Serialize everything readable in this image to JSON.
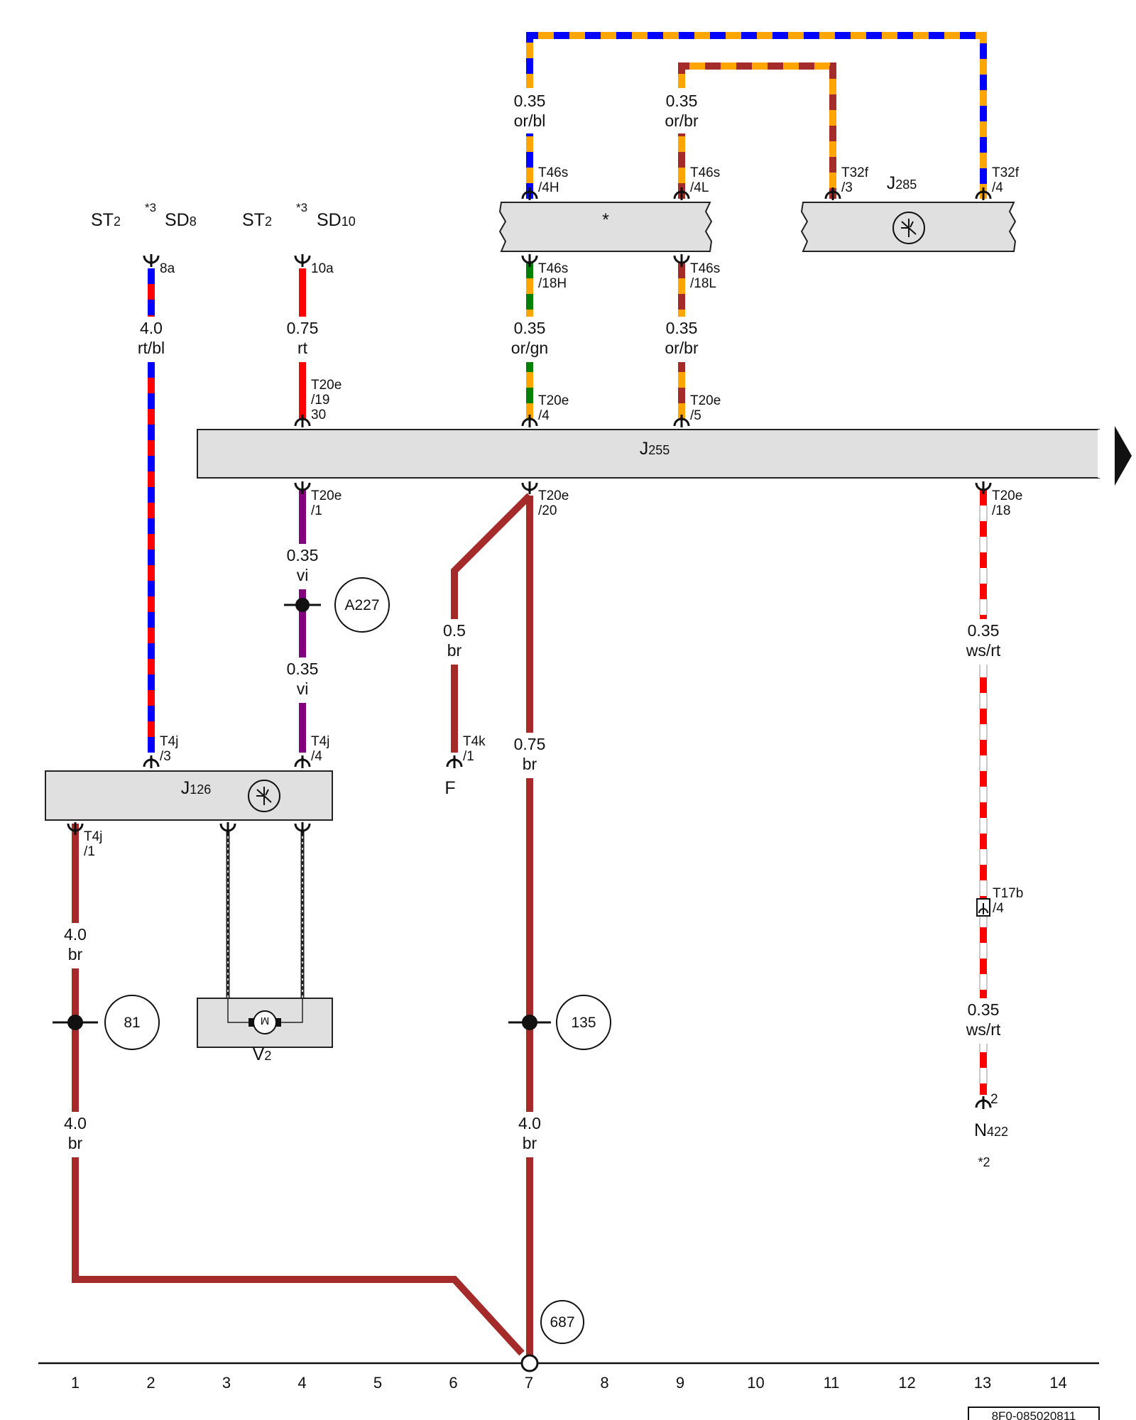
{
  "colors": {
    "br": "#a52a2a",
    "or": "#ffa500",
    "bl": "#0000ff",
    "rt": "#ff0000",
    "gn": "#008000",
    "vi": "#800080",
    "ws": "#ffffff",
    "box_fill": "#e0e0e0"
  },
  "top_labels": [
    {
      "main": "ST",
      "sub": "2"
    },
    {
      "sup": "*3"
    },
    {
      "main": "SD",
      "sub": "8"
    },
    {
      "main": "ST",
      "sub": "2"
    },
    {
      "sup": "*3"
    },
    {
      "main": "SD",
      "sub": "10"
    }
  ],
  "components": {
    "J255": {
      "main": "J",
      "sub": "255"
    },
    "J285": {
      "main": "J",
      "sub": "285"
    },
    "J126": {
      "main": "J",
      "sub": "126"
    },
    "V2": {
      "main": "V",
      "sub": "2"
    },
    "N422": {
      "main": "N",
      "sub": "422"
    },
    "F": "F",
    "star_box": "*",
    "N422_note": "*2"
  },
  "wire_labels": [
    {
      "size": "0.35",
      "color": "or/bl"
    },
    {
      "size": "0.35",
      "color": "or/br"
    },
    {
      "size": "4.0",
      "color": "rt/bl"
    },
    {
      "size": "0.75",
      "color": "rt"
    },
    {
      "size": "0.35",
      "color": "or/gn"
    },
    {
      "size": "0.35",
      "color": "or/br"
    },
    {
      "size": "0.35",
      "color": "vi"
    },
    {
      "size": "0.35",
      "color": "vi"
    },
    {
      "size": "0.5",
      "color": "br"
    },
    {
      "size": "0.75",
      "color": "br"
    },
    {
      "size": "0.35",
      "color": "ws/rt"
    },
    {
      "size": "0.35",
      "color": "ws/rt"
    },
    {
      "size": "4.0",
      "color": "br"
    },
    {
      "size": "4.0",
      "color": "br"
    },
    {
      "size": "4.0",
      "color": "br"
    }
  ],
  "pins": [
    {
      "l1": "T46s",
      "l2": "/4H"
    },
    {
      "l1": "T46s",
      "l2": "/4L"
    },
    {
      "l1": "T32f",
      "l2": "/3"
    },
    {
      "l1": "T32f",
      "l2": "/4"
    },
    {
      "l1": "T46s",
      "l2": "/18H"
    },
    {
      "l1": "T46s",
      "l2": "/18L"
    },
    {
      "l1": "8a",
      "l2": ""
    },
    {
      "l1": "10a",
      "l2": ""
    },
    {
      "l1": "T20e",
      "l2": "/19",
      "l3": "30"
    },
    {
      "l1": "T20e",
      "l2": "/4"
    },
    {
      "l1": "T20e",
      "l2": "/5"
    },
    {
      "l1": "T20e",
      "l2": "/1"
    },
    {
      "l1": "T20e",
      "l2": "/20"
    },
    {
      "l1": "T20e",
      "l2": "/18"
    },
    {
      "l1": "T4j",
      "l2": "/3"
    },
    {
      "l1": "T4j",
      "l2": "/4"
    },
    {
      "l1": "T4k",
      "l2": "/1"
    },
    {
      "l1": "T4j",
      "l2": "/1"
    },
    {
      "l1": "T17b",
      "l2": "/4"
    },
    {
      "l1": "2",
      "l2": ""
    }
  ],
  "refs": [
    "A227",
    "81",
    "135",
    "687"
  ],
  "grid": [
    "1",
    "2",
    "3",
    "4",
    "5",
    "6",
    "7",
    "8",
    "9",
    "10",
    "11",
    "12",
    "13",
    "14"
  ],
  "doc_id": "8F0-085020811"
}
